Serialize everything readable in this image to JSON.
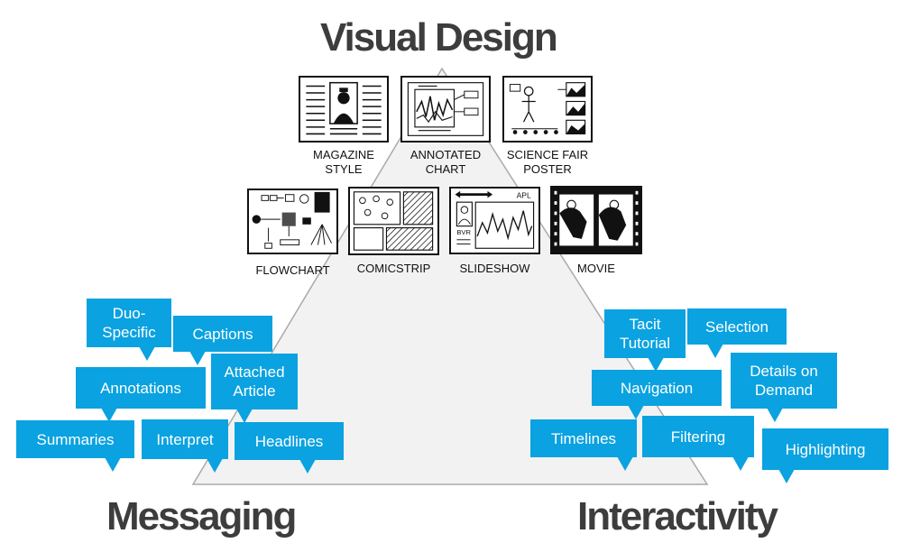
{
  "corners": {
    "top": "Visual Design",
    "left": "Messaging",
    "right": "Interactivity"
  },
  "genres": {
    "magazine": "MAGAZINE\nSTYLE",
    "annotated": "ANNOTATED\nCHART",
    "poster": "SCIENCE FAIR\nPOSTER",
    "flowchart": "FLOWCHART",
    "comic": "COMICSTRIP",
    "slideshow": "SLIDESHOW",
    "movie": "MOVIE",
    "slide_header": "APL",
    "slide_badge": "BVR"
  },
  "messaging": {
    "duo": "Duo-\nSpecific",
    "captions": "Captions",
    "annotations": "Annotations",
    "attached": "Attached\nArticle",
    "summaries": "Summaries",
    "interpret": "Interpret",
    "headlines": "Headlines"
  },
  "interactivity": {
    "tacit": "Tacit\nTutorial",
    "selection": "Selection",
    "navigation": "Navigation",
    "details": "Details on\nDemand",
    "timelines": "Timelines",
    "filtering": "Filtering",
    "highlighting": "Highlighting"
  },
  "colors": {
    "bubble": "#0aa2e0",
    "triangle_fill": "#f2f2f2",
    "triangle_stroke": "#aaaaaa",
    "corner_text": "#3d3d3d"
  }
}
